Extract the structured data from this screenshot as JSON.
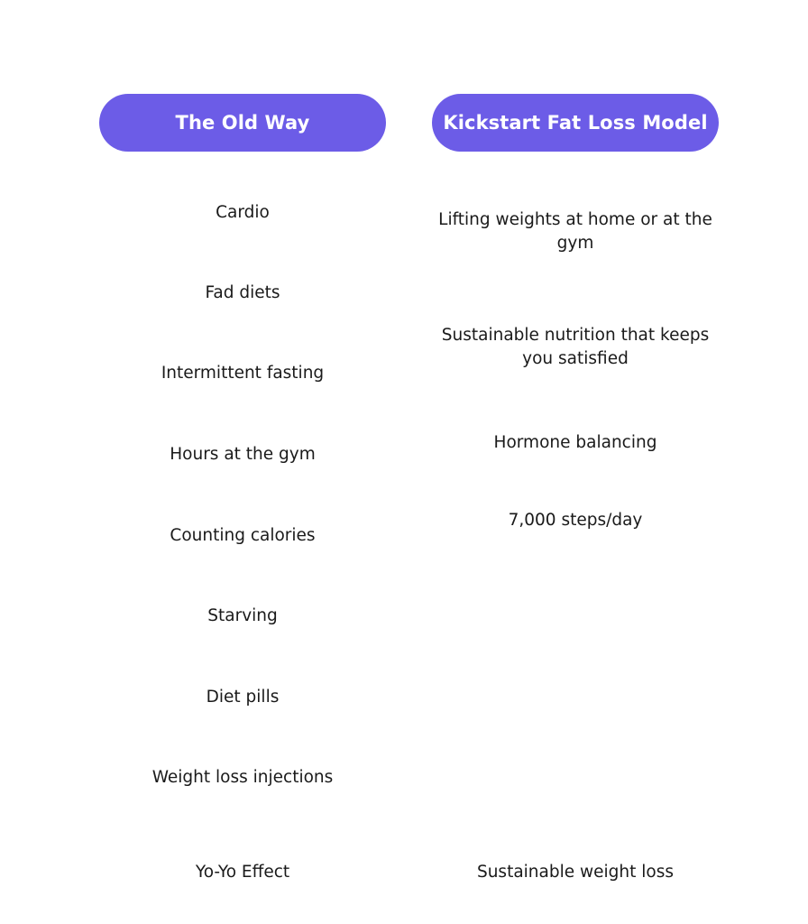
{
  "headers": {
    "left": "The Old Way",
    "right": "Kickstart Fat Loss Model"
  },
  "old_way": [
    "Cardio",
    "Fad diets",
    "Intermittent fasting",
    "Hours at the gym",
    "Counting calories",
    "Starving",
    "Diet pills",
    "Weight loss injections",
    "Yo-Yo Effect"
  ],
  "kickstart": [
    "Lifting weights at home or at the gym",
    "Sustainable nutrition that keeps you satisfied",
    "Hormone balancing",
    "7,000 steps/day",
    "Sustainable weight loss"
  ],
  "colors": {
    "pill_background": "#6c5ce7",
    "pill_text": "#ffffff",
    "body_text": "#1a1a1a"
  }
}
